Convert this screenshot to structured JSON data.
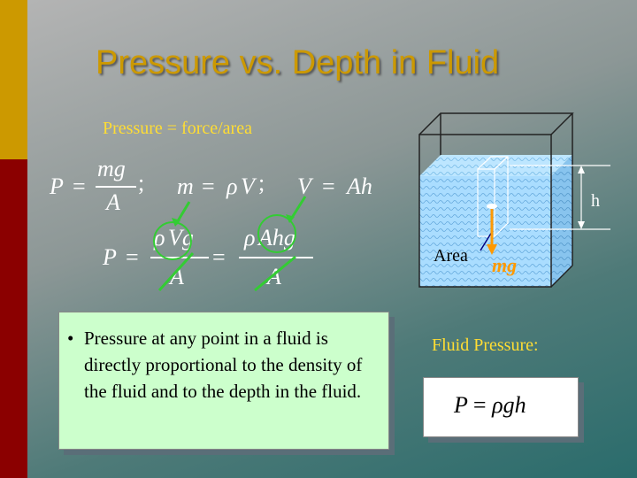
{
  "slide": {
    "title": "Pressure vs. Depth in Fluid",
    "subtitle": "Pressure = force/area",
    "eq1": {
      "p": "P",
      "equals": "=",
      "num": "mg",
      "den": "A",
      "semi1": ";",
      "m": "m",
      "equals2": "=",
      "rho": "ρ",
      "V": "V",
      "semi2": ";",
      "V2": "V",
      "equals3": "=",
      "Ah": "Ah"
    },
    "eq2": {
      "p": "P",
      "equals": "=",
      "num1_rho": "ρ",
      "num1_rest": "Vg",
      "den1": "A",
      "equals2": "=",
      "num2_rho": "ρ",
      "num2_rest": "Ahg",
      "den2": "A"
    },
    "bullet": "Pressure at any point in a fluid is directly proportional to the density of the fluid and to the depth in the fluid.",
    "bullet_marker": "•",
    "fluid_pressure_label": "Fluid Pressure:",
    "formula": {
      "p": "P",
      "equals": "=",
      "rho": "ρ",
      "rest": "gh"
    },
    "diagram": {
      "h_label": "h",
      "area_label": "Area",
      "mg_label": "mg"
    }
  },
  "colors": {
    "gold": "#cc9900",
    "red_bar": "#8b0000",
    "yellow_text": "#ffdd33",
    "green": "#33cc33",
    "water": "#aaddff",
    "orange": "#ff9900",
    "bullet_bg": "#ccffcc"
  }
}
